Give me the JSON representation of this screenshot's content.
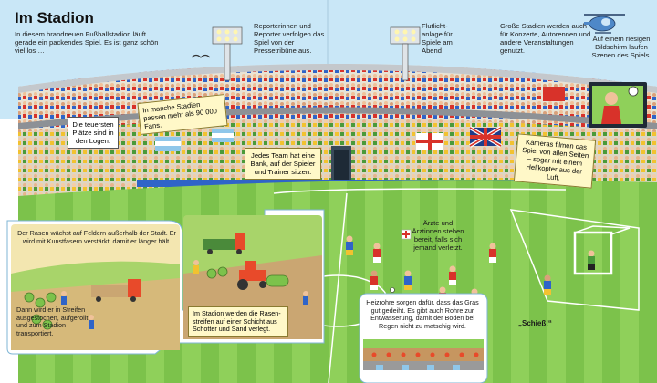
{
  "title": "Im Stadion",
  "captions": {
    "intro": "In diesem brandneuen Fußballstadion läuft gerade ein packendes Spiel. Es ist ganz schön viel los …",
    "reporters": "Reporterinnen und Reporter verfolgen das Spiel von der Pressetribüne aus.",
    "floodlights": "Flutlicht-anlage für Spiele am Abend",
    "big_stadiums": "Große Stadien werden auch für Konzerte, Autorennen und andere Veranstaltungen genutzt.",
    "big_screen": "Auf einem riesigen Bildschirm laufen Szenen des Spiels.",
    "capacity": "In manche Stadien passen mehr als 90 000 Fans.",
    "boxes": "Die teuersten Plätze sind in den Logen.",
    "bench": "Jedes Team hat eine Bank, auf der Spieler und Trainer sitzen.",
    "cameras": "Kameras filmen das Spiel von allen Seiten – sogar mit einem Helikopter aus der Luft.",
    "turf_grown": "Der Rasen wächst auf Feldern außerhalb der Stadt. Er wird mit Kunstfasern verstärkt, damit er länger hält.",
    "turf_cut": "Dann wird er in Streifen ausgestochen, aufgerollt und zum Stadion transportiert.",
    "turf_laid": "Im Stadion werden die Rasen-streifen auf einer Schicht aus Schotter und Sand verlegt.",
    "doctors": "Ärzte und Ärztinnen stehen bereit, falls sich jemand verletzt.",
    "heating": "Heizrohre sorgen dafür, dass das Gras gut gedeiht. Es gibt auch Rohre zur Entwässerung, damit der Boden bei Regen nicht zu matschig wird.",
    "shout": "„Schieß!“"
  },
  "colors": {
    "sky": "#c9e7f7",
    "pitch_light": "#8fd05a",
    "pitch_dark": "#6fb544",
    "stand": "#e9e3d4",
    "team_red": "#d8322a",
    "team_blue": "#2f64c8",
    "note_bg": "#fff8c8"
  },
  "icons": [
    "helicopter-icon",
    "floodlight-icon",
    "seagull-icon",
    "tractor-icon",
    "lorry-icon",
    "red-cross-icon"
  ]
}
